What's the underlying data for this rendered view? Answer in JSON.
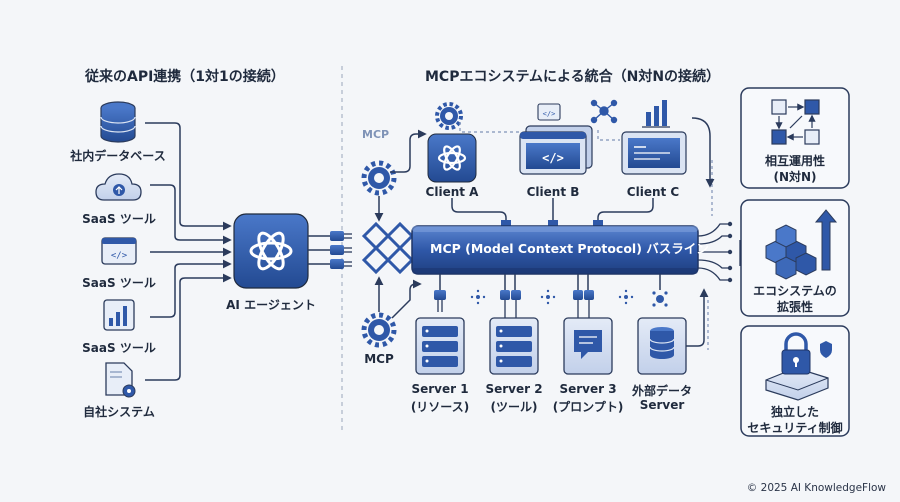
{
  "left": {
    "title": "従来のAPI連携（1対1の接続）",
    "items": [
      {
        "label": "社内データベース",
        "icon": "database-icon"
      },
      {
        "label": "SaaS ツール",
        "icon": "cloud-icon"
      },
      {
        "label": "SaaS ツール",
        "icon": "code-window-icon"
      },
      {
        "label": "SaaS ツール",
        "icon": "chart-icon"
      },
      {
        "label": "自社システム",
        "icon": "document-gear-icon"
      }
    ],
    "agent_label": "AI エージェント"
  },
  "right": {
    "title": "MCPエコシステムによる統合（N対Nの接続）",
    "mcp_logo_text": "MCP",
    "mcp_label": "MCP",
    "clients": [
      "Client A",
      "Client B",
      "Client C"
    ],
    "bus_label": "MCP (Model Context Protocol) バスライン",
    "servers": [
      {
        "line1": "Server 1",
        "line2": "(リソース)"
      },
      {
        "line1": "Server 2",
        "line2": "(ツール)"
      },
      {
        "line1": "Server 3",
        "line2": "(プロンプト)"
      },
      {
        "line1": "外部データ",
        "line2": "Server"
      }
    ],
    "features": [
      {
        "line1": "相互運用性",
        "line2": "(N対N)"
      },
      {
        "line1": "エコシステムの",
        "line2": "拡張性"
      },
      {
        "line1": "独立した",
        "line2": "セキュリティ制御"
      }
    ]
  },
  "copyright": "© 2025 AI KnowledgeFlow",
  "colors": {
    "primary": "#2f58a8",
    "dark": "#1f2a3d",
    "line": "#2b3b5c",
    "light": "#dbe4f3",
    "bg": "#f4f6f9"
  }
}
